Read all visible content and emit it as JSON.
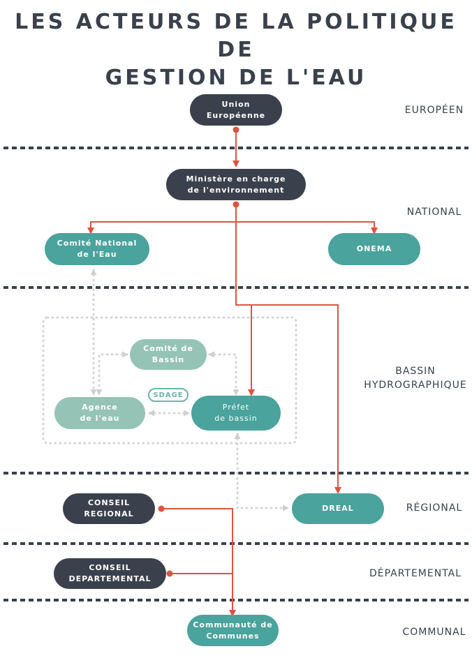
{
  "title": "LES ACTEURS DE LA POLITIQUE DE\nGESTION DE L'EAU",
  "levels": {
    "europeen": "EUROPÉEN",
    "national": "NATIONAL",
    "bassin": "BASSIN\nHYDROGRAPHIQUE",
    "regional": "RÉGIONAL",
    "departemental": "DÉPARTEMENTAL",
    "communal": "COMMUNAL"
  },
  "nodes": {
    "union": "Union\nEuropéenne",
    "ministere": "Ministère en charge\nde l'environnement",
    "comite_national": "Comité National\nde l'Eau",
    "onema": "ONEMA",
    "comite_bassin": "Comité de\nBassin",
    "agence": "Agence\nde l'eau",
    "prefet": "Préfet\nde bassin",
    "sdage": "SDAGE",
    "conseil_regional": "CONSEIL\nREGIONAL",
    "dreal": "DREAL",
    "conseil_departemental": "CONSEIL\nDEPARTEMENTAL",
    "communaute": "Communauté de\nCommunes"
  },
  "colors": {
    "dark": "#3a414c",
    "teal": "#4aa39d",
    "light": "#95c4b6",
    "arrow": "#e0523f",
    "dotted": "#d6d6d6"
  }
}
